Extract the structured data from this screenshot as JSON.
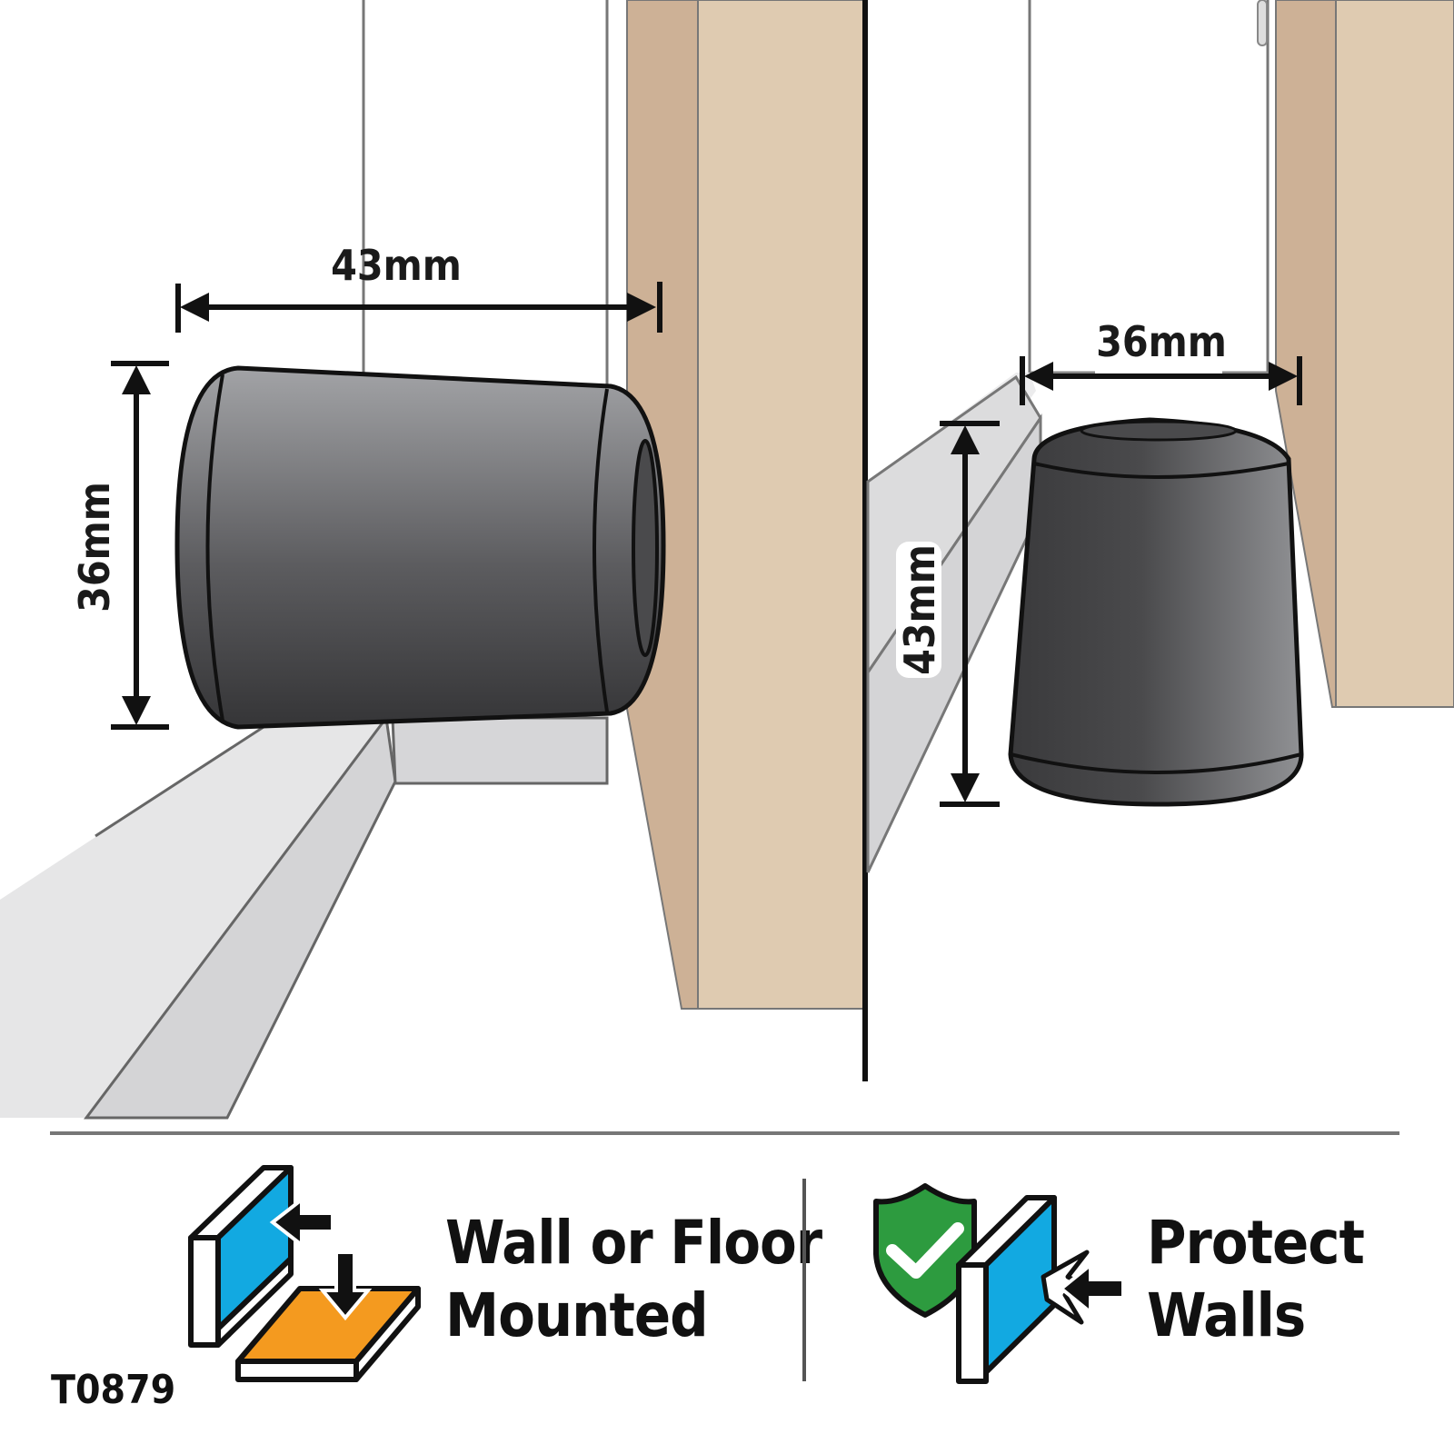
{
  "colors": {
    "wood_face": "#dfcbb1",
    "wood_edge": "#cdb196",
    "rubber_dark": "#3a3a3c",
    "rubber_light": "#8e8f92",
    "skirting": "#d6d6d8",
    "line": "#1a1a1a",
    "icon_blue": "#12a9e1",
    "icon_orange": "#f49a1f",
    "icon_green": "#2d9b3f"
  },
  "wall_mount": {
    "width_label": "43mm",
    "height_label": "36mm"
  },
  "floor_mount": {
    "width_label": "36mm",
    "height_label": "43mm"
  },
  "features": [
    {
      "icon": "wall-floor-mount-icon",
      "lines": [
        "Wall or Floor",
        "Mounted"
      ]
    },
    {
      "icon": "protect-walls-shield-icon",
      "lines": [
        "Protect",
        "Walls"
      ]
    }
  ],
  "product_code": "T0879"
}
